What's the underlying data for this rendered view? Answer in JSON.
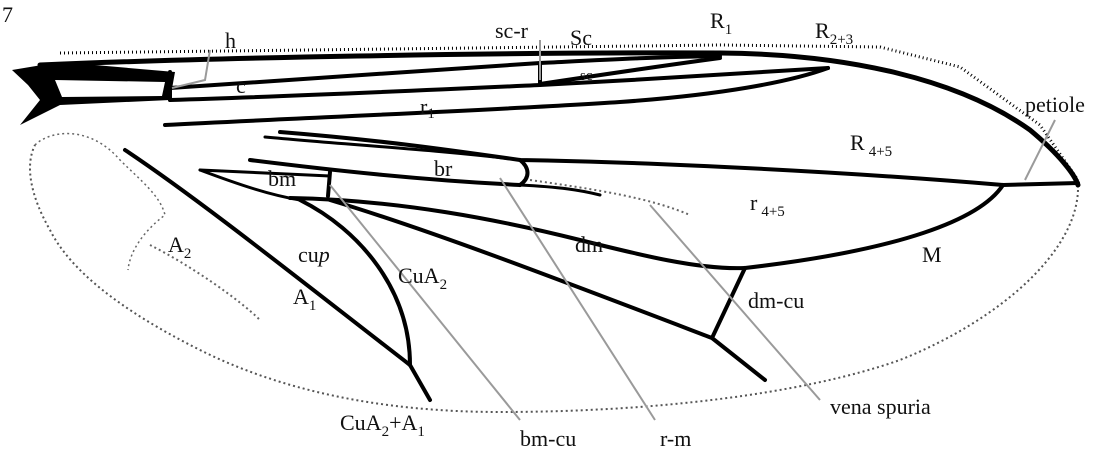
{
  "figure": {
    "panel_number": "7",
    "labels": {
      "h": {
        "base": "h"
      },
      "c": {
        "base": "c"
      },
      "sc_r": {
        "base": "sc-r"
      },
      "Sc": {
        "base": "Sc"
      },
      "sc": {
        "base": "sc"
      },
      "R1": {
        "base": "R",
        "sub": "1"
      },
      "R2_3": {
        "base": "R",
        "sub": "2+3"
      },
      "r1": {
        "base": "r",
        "sub": "1"
      },
      "petiole": {
        "base": "petiole"
      },
      "R4_5": {
        "base": "R",
        "sub": "4+5"
      },
      "br": {
        "base": "br"
      },
      "bm": {
        "base": "bm"
      },
      "r4_5": {
        "base": "r",
        "sub": "4+5"
      },
      "A2": {
        "base": "A",
        "sub": "2"
      },
      "cup": {
        "base": "cu",
        "italic": "p"
      },
      "CuA2": {
        "base": "CuA",
        "sub": "2"
      },
      "dm": {
        "base": "dm"
      },
      "M": {
        "base": "M"
      },
      "A1": {
        "base": "A",
        "sub": "1"
      },
      "dm_cu": {
        "base": "dm-cu"
      },
      "vena_spuria": {
        "base": "vena spuria"
      },
      "CuA2_A1": {
        "base": "CuA",
        "sub": "2",
        "mid": "+A",
        "sub2": "1"
      },
      "bm_cu": {
        "base": "bm-cu"
      },
      "r_m": {
        "base": "r-m"
      }
    }
  }
}
